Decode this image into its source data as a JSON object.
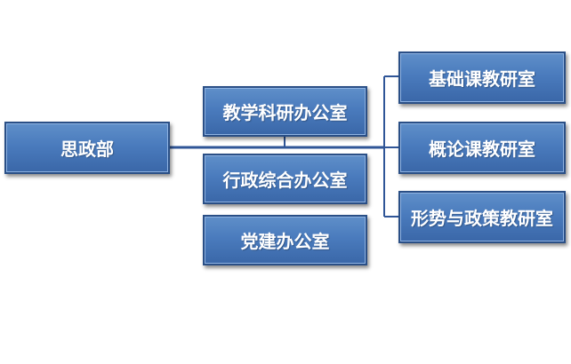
{
  "diagram": {
    "root": {
      "label": "思政部"
    },
    "offices": [
      {
        "label": "教学科研办公室"
      },
      {
        "label": "行政综合办公室"
      },
      {
        "label": "党建办公室"
      }
    ],
    "teaching_sections": [
      {
        "label": "基础课教研室"
      },
      {
        "label": "概论课教研室"
      },
      {
        "label": "形势与政策教研室"
      }
    ],
    "colors": {
      "box_fill": "#4a7bbd",
      "box_border": "#2a4f86",
      "connector": "#2f5597",
      "text": "#ffffff"
    }
  }
}
